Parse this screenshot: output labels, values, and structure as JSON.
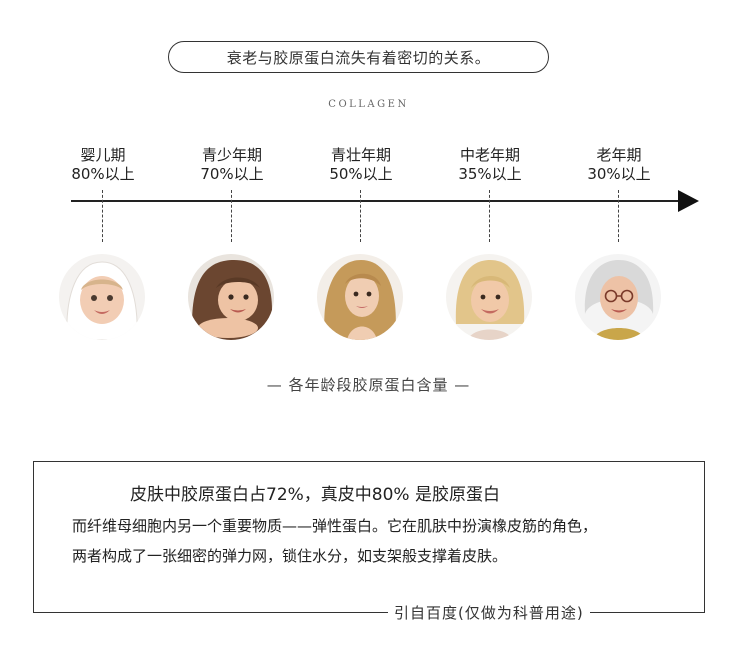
{
  "header": {
    "title": "衰老与胶原蛋白流失有着密切的关系。",
    "subtitle": "COLLAGEN"
  },
  "timeline": {
    "stages": [
      {
        "name": "婴儿期",
        "value": "80%以上"
      },
      {
        "name": "青少年期",
        "value": "70%以上"
      },
      {
        "name": "青壮年期",
        "value": "50%以上"
      },
      {
        "name": "中老年期",
        "value": "35%以上"
      },
      {
        "name": "老年期",
        "value": "30%以上"
      }
    ],
    "caption": "— 各年龄段胶原蛋白含量 —"
  },
  "info": {
    "line1": "皮肤中胶原蛋白占72%，真皮中80% 是胶原蛋白",
    "line2": "而纤维母细胞内另一个重要物质——弹性蛋白。它在肌肤中扮演橡皮筋的角色，",
    "line3": "两者构成了一张细密的弹力网，锁住水分，如支架般支撑着皮肤。",
    "source": "引自百度(仅做为科普用途)"
  },
  "colors": {
    "text": "#333333",
    "line": "#222222",
    "background": "#ffffff"
  }
}
